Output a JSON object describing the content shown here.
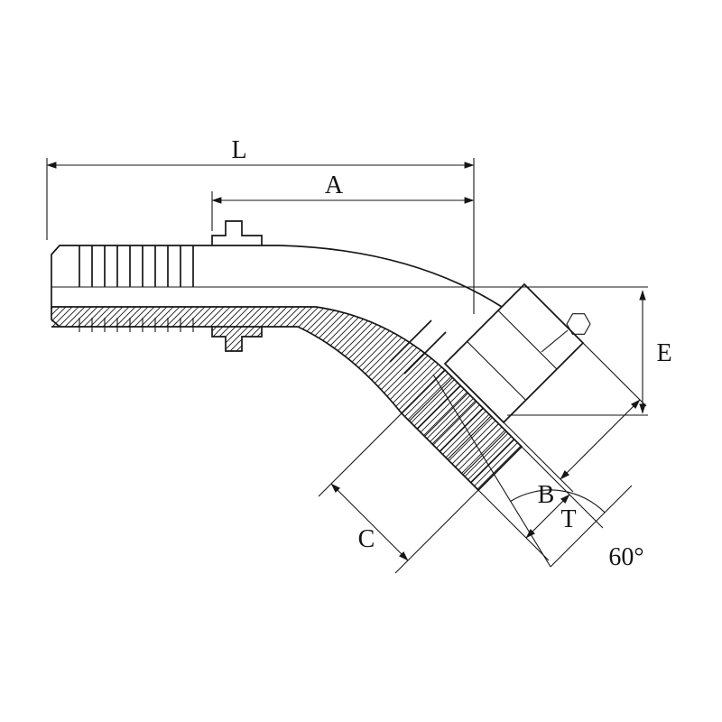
{
  "drawing": {
    "type": "technical-drawing",
    "subject": "45-degree elbow hose fitting, half-section view",
    "colors": {
      "line": "#161616",
      "background": "#ffffff"
    },
    "dimensions": {
      "overall_length": "L",
      "length_to_end": "A",
      "hex_height": "E",
      "width_b": "B",
      "thread": "T",
      "width_c": "C",
      "cone_angle": "60°"
    },
    "icons": {
      "hex_symbol": "hexagon"
    }
  }
}
